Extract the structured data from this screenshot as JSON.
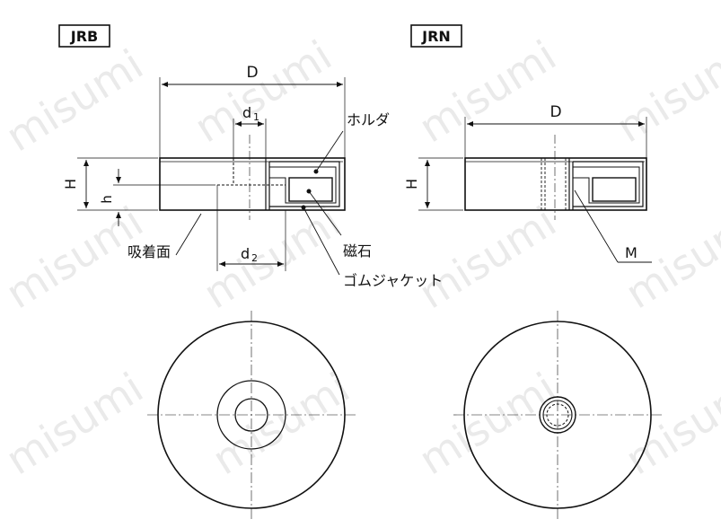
{
  "watermark": "misumi",
  "jrb": {
    "tag": "JRB",
    "dim_D": "D",
    "dim_d1": "d",
    "dim_d1_sub": "1",
    "dim_d2": "d",
    "dim_d2_sub": "2",
    "dim_H": "H",
    "dim_h": "h",
    "label_holder": "ホルダ",
    "label_magnet": "磁石",
    "label_rubber": "ゴムジャケット",
    "label_face": "吸着面"
  },
  "jrn": {
    "tag": "JRN",
    "dim_D": "D",
    "dim_H": "H",
    "dim_M": "M"
  },
  "colors": {
    "line": "#111111",
    "watermark": "#d9d9d9"
  }
}
